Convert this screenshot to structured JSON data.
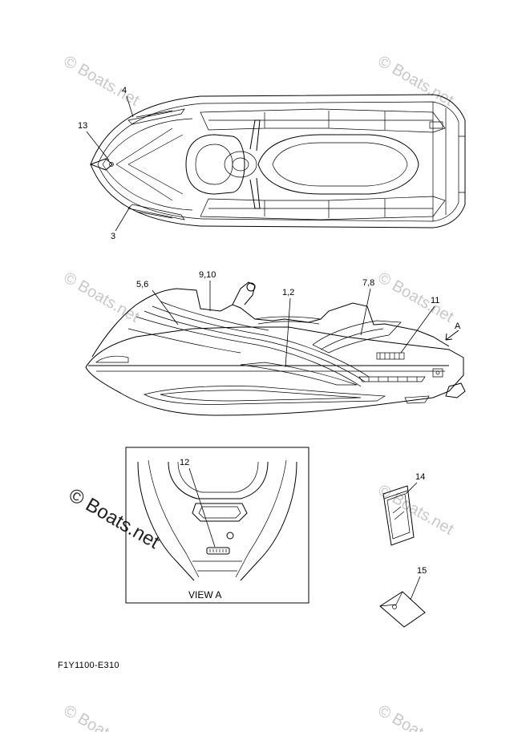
{
  "diagram": {
    "callouts": {
      "c4": "4",
      "c13": "13",
      "c3": "3",
      "c56": "5,6",
      "c910": "9,10",
      "c12a": "1,2",
      "c78": "7,8",
      "c11": "11",
      "cA": "A",
      "c12": "12",
      "c14": "14",
      "c15": "15"
    },
    "view_label": "VIEW A",
    "figure_code": "F1Y1100-E310"
  },
  "watermark": {
    "small": "© Boats.net",
    "large": "© Boats.net"
  }
}
